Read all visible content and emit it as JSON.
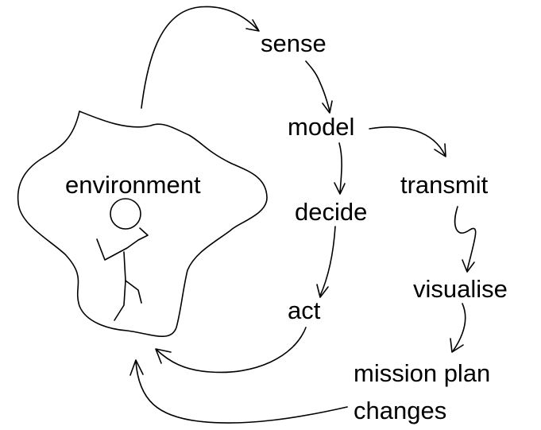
{
  "diagram": {
    "labels": {
      "environment": "environment",
      "sense": "sense",
      "model": "model",
      "decide": "decide",
      "act": "act",
      "transmit": "transmit",
      "visualise": "visualise",
      "mission_plan": "mission plan",
      "changes": "changes"
    },
    "connections": [
      {
        "from": "environment",
        "to": "sense"
      },
      {
        "from": "sense",
        "to": "model"
      },
      {
        "from": "model",
        "to": "decide"
      },
      {
        "from": "model",
        "to": "transmit"
      },
      {
        "from": "decide",
        "to": "act"
      },
      {
        "from": "act",
        "to": "environment"
      },
      {
        "from": "transmit",
        "to": "visualise"
      },
      {
        "from": "visualise",
        "to": "mission plan changes"
      },
      {
        "from": "mission plan changes",
        "to": "environment"
      }
    ]
  }
}
